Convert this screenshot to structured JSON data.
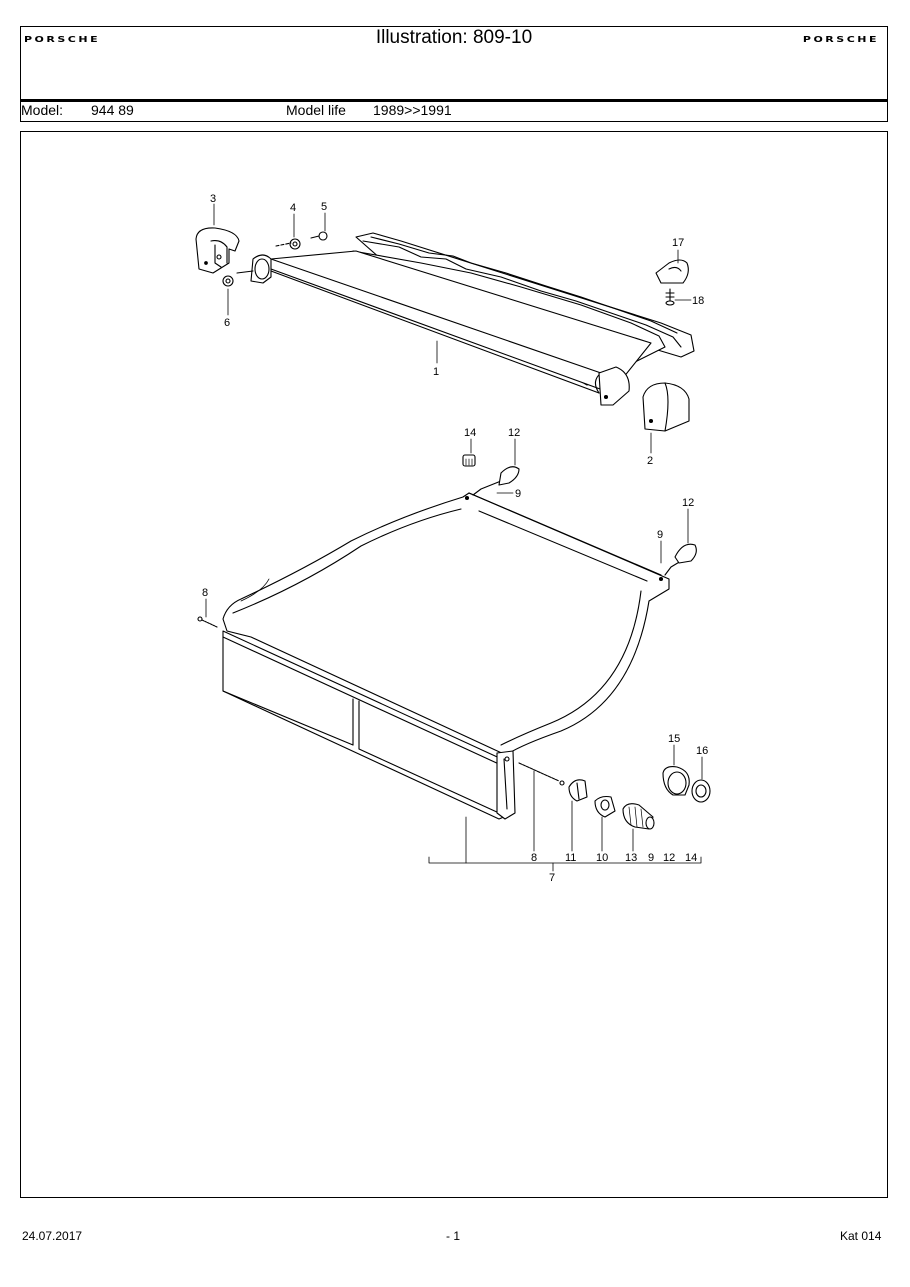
{
  "header": {
    "brand_left": "PORSCHE",
    "brand_right": "PORSCHE",
    "title": "Illustration: 809-10",
    "model_label": "Model:",
    "model_value": "944 89",
    "model_life_label": "Model life",
    "model_life_value": "1989>>1991"
  },
  "callouts": {
    "c1": "1",
    "c2": "2",
    "c3": "3",
    "c4": "4",
    "c5": "5",
    "c6": "6",
    "c7": "7",
    "c8a": "8",
    "c9a": "9",
    "c9b": "9",
    "c12a": "12",
    "c12b": "12",
    "c14": "14",
    "c15": "15",
    "c16": "16",
    "c17": "17",
    "c18": "18",
    "row_8": "8",
    "row_11": "11",
    "row_10": "10",
    "row_13": "13",
    "row_9": "9",
    "row_12": "12",
    "row_14": "14"
  },
  "footer": {
    "date": "24.07.2017",
    "page": "- 1",
    "catalog": "Kat 014"
  }
}
